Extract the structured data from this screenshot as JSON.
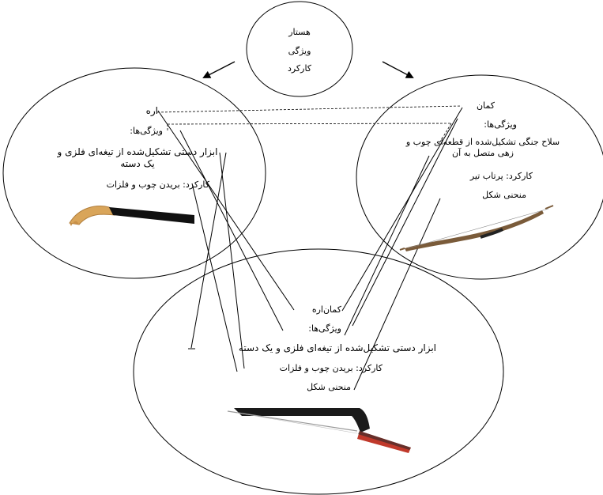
{
  "top_circle": {
    "lines": [
      "هستار",
      "ویژگی",
      "کارکرد"
    ]
  },
  "left_circle": {
    "title": "اره",
    "features_label": "ویژگی‌ها:",
    "description": "ابزار دستی تشکیل‌شده از تیغه‌ای فلزی و یک دسته",
    "function": "کارکرد: بریدن چوب و فلزات",
    "image_icon": "handsaw-icon"
  },
  "right_circle": {
    "title": "کمان",
    "features_label": "ویژگی‌ها:",
    "description": "سلاح جنگی تشکیل‌شده از قطعه‌ای چوب و زهی متصل به آن",
    "function": "کارکرد: پرتاب تیر",
    "shape": "منحنی شکل",
    "image_icon": "bow-icon"
  },
  "bottom_circle": {
    "title": "کمان‌اره",
    "features_label": "ویژگی‌ها:",
    "description": "ابزار دستی تشکیل‌شده از تیغه‌ای فلزی و یک دسته",
    "function": "کارکرد: بریدن چوب و فلزات",
    "shape": "منحنی شکل",
    "image_icon": "hacksaw-icon"
  },
  "colors": {
    "line": "#000000",
    "saw_handle": "#d9a55a",
    "bow_wood": "#7a5b3a",
    "hacksaw_handle": "#c0392b"
  }
}
